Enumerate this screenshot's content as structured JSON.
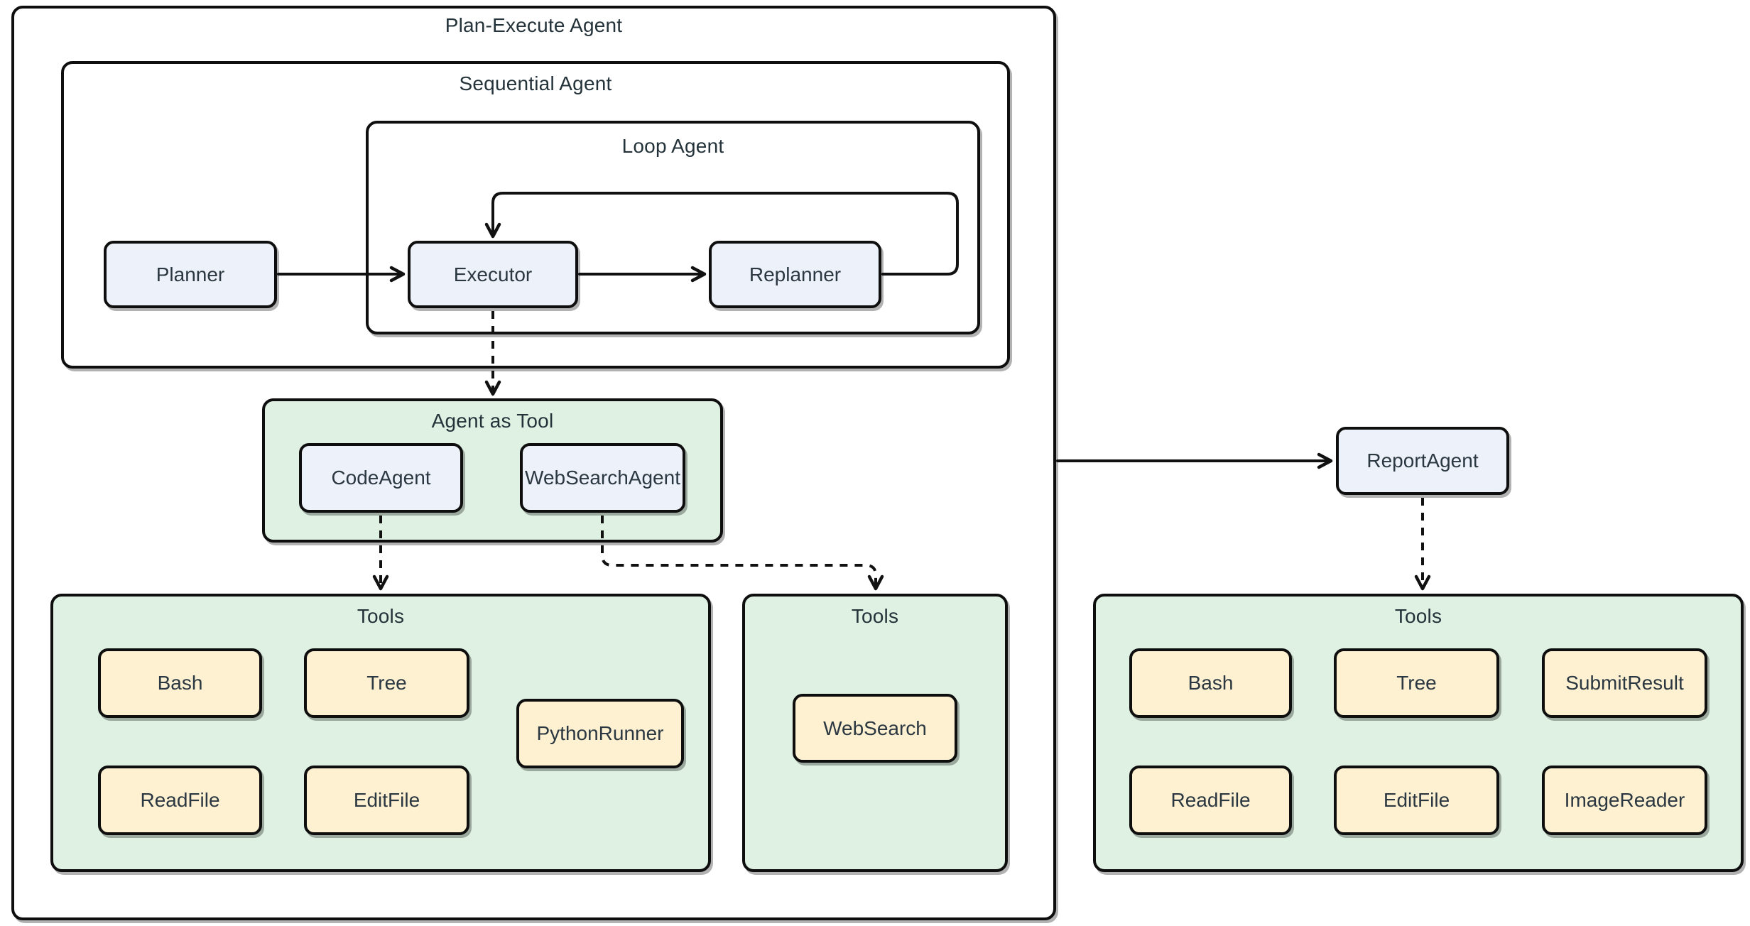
{
  "containers": {
    "plan_execute": {
      "title": "Plan-Execute Agent"
    },
    "sequential": {
      "title": "Sequential Agent"
    },
    "loop": {
      "title": "Loop Agent"
    },
    "agent_as_tool": {
      "title": "Agent as Tool"
    },
    "tools_code": {
      "title": "Tools"
    },
    "tools_websearch": {
      "title": "Tools"
    },
    "tools_report": {
      "title": "Tools"
    }
  },
  "nodes": {
    "planner": {
      "label": "Planner"
    },
    "executor": {
      "label": "Executor"
    },
    "replanner": {
      "label": "Replanner"
    },
    "code_agent": {
      "label": "CodeAgent"
    },
    "web_search_agent": {
      "label": "WebSearchAgent"
    },
    "report_agent": {
      "label": "ReportAgent"
    },
    "bash_code": {
      "label": "Bash"
    },
    "tree_code": {
      "label": "Tree"
    },
    "python_runner": {
      "label": "PythonRunner"
    },
    "read_file_code": {
      "label": "ReadFile"
    },
    "edit_file_code": {
      "label": "EditFile"
    },
    "web_search": {
      "label": "WebSearch"
    },
    "bash_report": {
      "label": "Bash"
    },
    "tree_report": {
      "label": "Tree"
    },
    "submit_result": {
      "label": "SubmitResult"
    },
    "read_file_report": {
      "label": "ReadFile"
    },
    "edit_file_report": {
      "label": "EditFile"
    },
    "image_reader": {
      "label": "ImageReader"
    }
  },
  "edges": [
    {
      "from": "Planner",
      "to": "Executor",
      "style": "solid-arrow"
    },
    {
      "from": "Executor",
      "to": "Replanner",
      "style": "solid-arrow"
    },
    {
      "from": "Replanner",
      "to": "Executor",
      "style": "solid-arrow-feedback-loop"
    },
    {
      "from": "Executor",
      "to": "Agent as Tool",
      "style": "dashed-arrow"
    },
    {
      "from": "CodeAgent",
      "to": "Tools",
      "style": "dashed-arrow"
    },
    {
      "from": "WebSearchAgent",
      "to": "Tools",
      "style": "dashed-arrow"
    },
    {
      "from": "Plan-Execute Agent",
      "to": "ReportAgent",
      "style": "solid-arrow"
    },
    {
      "from": "ReportAgent",
      "to": "Tools",
      "style": "dashed-arrow"
    }
  ],
  "colors": {
    "background": "#ffffff",
    "agent_node_fill": "#edf1fa",
    "group_fill": "#dff1e2",
    "tool_node_fill": "#fdf1d2",
    "border": "#0e0e0e",
    "line": "#111111",
    "text": "#2b3741"
  }
}
